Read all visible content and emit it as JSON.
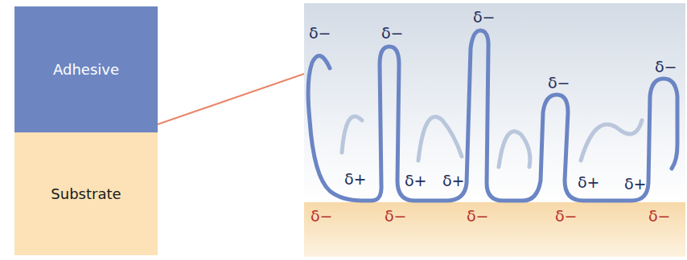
{
  "diagram": {
    "nodes": [
      {
        "text": [
          "Adhesive"
        ]
      },
      {
        "text": [
          "Substrate"
        ]
      }
    ],
    "labels": [
      "δ−",
      "δ−",
      "δ−",
      "δ−",
      "δ−",
      "δ+",
      "δ+",
      "δ+",
      "δ+",
      "δ+",
      "δ−",
      "δ−",
      "δ−",
      "δ−",
      "δ−"
    ]
  }
}
